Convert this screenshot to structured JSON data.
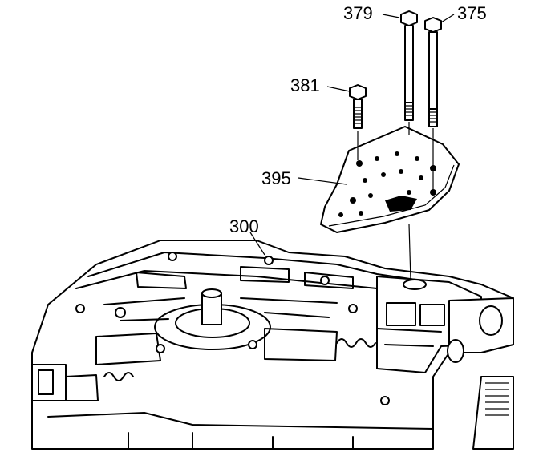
{
  "callouts": {
    "bolt_long_left": "379",
    "bolt_long_right": "375",
    "bolt_short": "381",
    "spacer_plate": "395",
    "valve_body": "300"
  }
}
